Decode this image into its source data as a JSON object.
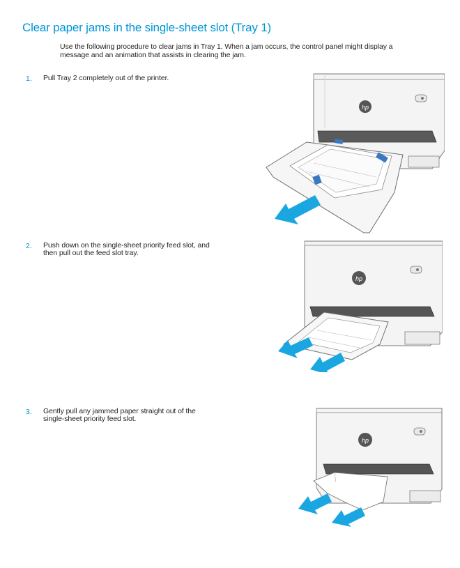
{
  "title": "Clear paper jams in the single-sheet slot (Tray 1)",
  "intro": "Use the following procedure to clear jams in Tray 1. When a jam occurs, the control panel might display a message and an animation that assists in clearing the jam.",
  "steps": [
    {
      "number": "1.",
      "text": "Pull Tray 2 completely out of the printer."
    },
    {
      "number": "2.",
      "text": "Push down on the single-sheet priority feed slot, and then pull out the feed slot tray."
    },
    {
      "number": "3.",
      "text": "Gently pull any jammed paper straight out of the single-sheet priority feed slot."
    }
  ],
  "logo_text": "hp",
  "colors": {
    "accent": "#0096d6",
    "arrow": "#1aa7e1",
    "text": "#231f20",
    "printer_outline": "#7a7a7a",
    "printer_fill": "#f4f4f4"
  },
  "icons": [
    "printer-illustration",
    "arrow-icon",
    "hp-logo-icon"
  ]
}
